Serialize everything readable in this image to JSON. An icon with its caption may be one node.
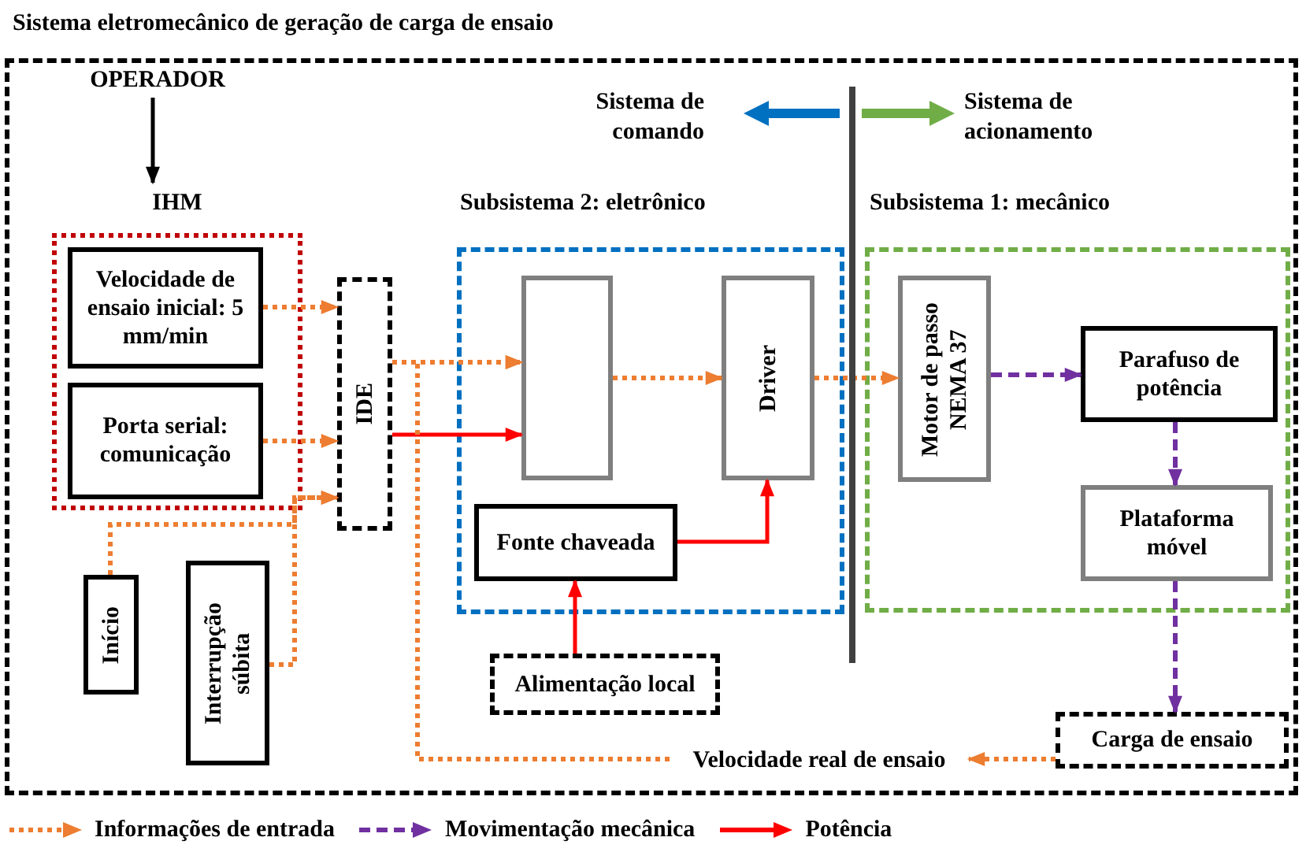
{
  "diagram": {
    "nodes": [
      {
        "text": [
          "Sistema eletromecânico de geração de carga de ensaio"
        ]
      },
      {
        "text": [
          "OPERADOR"
        ],
        "in": 0
      },
      {
        "text": [
          "IHM"
        ],
        "in": 0
      },
      {
        "text": [
          "Velocidade de ensaio inicial: 5 mm/min"
        ],
        "in": 2
      },
      {
        "text": [
          "Porta serial: comunicação"
        ],
        "in": 2
      },
      {
        "text": [
          "Início"
        ],
        "in": 0
      },
      {
        "text": [
          "Interrupção súbita"
        ],
        "in": 0
      },
      {
        "text": [
          "IDE"
        ],
        "in": 0
      },
      {
        "text": [
          "Subsistema 2: eletrônico"
        ],
        "in": 0
      },
      {
        "text": [],
        "shape": "box",
        "in": 8
      },
      {
        "text": [
          "Driver"
        ],
        "in": 8
      },
      {
        "text": [
          "Fonte chaveada"
        ],
        "in": 8
      },
      {
        "text": [
          "Alimentação local"
        ],
        "in": 0
      },
      {
        "text": [
          "Subsistema 1: mecânico"
        ],
        "in": 0
      },
      {
        "text": [
          "Motor de passo NEMA 37"
        ],
        "in": 13
      },
      {
        "text": [
          "Parafuso de potência"
        ],
        "in": 13
      },
      {
        "text": [
          "Plataforma móvel"
        ],
        "in": 13
      },
      {
        "text": [
          "Carga de ensaio"
        ],
        "in": 0
      },
      {
        "text": [
          "Velocidade real de ensaio"
        ],
        "in": 0
      }
    ],
    "edges": [
      {
        "from": 1,
        "to": 2,
        "arrow": "to",
        "color": "#000000"
      },
      {
        "from": 3,
        "to": 7,
        "arrow": "to",
        "style": "dashed"
      },
      {
        "from": 4,
        "to": 7,
        "arrow": "to",
        "style": "dashed"
      },
      {
        "from": 5,
        "to": 7,
        "arrow": "to",
        "style": "dashed"
      },
      {
        "from": 6,
        "to": 7,
        "arrow": "to",
        "style": "dashed"
      },
      {
        "from": 7,
        "to": 9,
        "arrow": "to",
        "style": "dashed"
      },
      {
        "from": 7,
        "to": 9,
        "arrow": "to",
        "color": "#ff0000"
      },
      {
        "from": 9,
        "to": 10,
        "arrow": "to",
        "style": "dashed"
      },
      {
        "from": 10,
        "to": 14,
        "arrow": "to",
        "style": "dashed"
      },
      {
        "from": 11,
        "to": 10,
        "arrow": "to",
        "color": "#ff0000"
      },
      {
        "from": 12,
        "to": 11,
        "arrow": "to",
        "color": "#ff0000"
      },
      {
        "from": 14,
        "to": 15,
        "arrow": "to",
        "style": "dashed",
        "color": "#7030a0"
      },
      {
        "from": 15,
        "to": 16,
        "arrow": "to",
        "style": "dashed",
        "color": "#7030a0"
      },
      {
        "from": 16,
        "to": 17,
        "arrow": "to",
        "style": "dashed",
        "color": "#7030a0"
      },
      {
        "from": 17,
        "to": 18,
        "arrow": "to",
        "style": "dashed"
      },
      {
        "from": 18,
        "to": 9,
        "arrow": "to",
        "style": "dashed"
      }
    ],
    "labels": [
      "Sistema de comando",
      "Sistema de acionamento"
    ],
    "legend": [
      {
        "text": "Informações de entrada"
      },
      {
        "text": "Movimentação mecânica"
      },
      {
        "text": "Potência"
      }
    ]
  }
}
